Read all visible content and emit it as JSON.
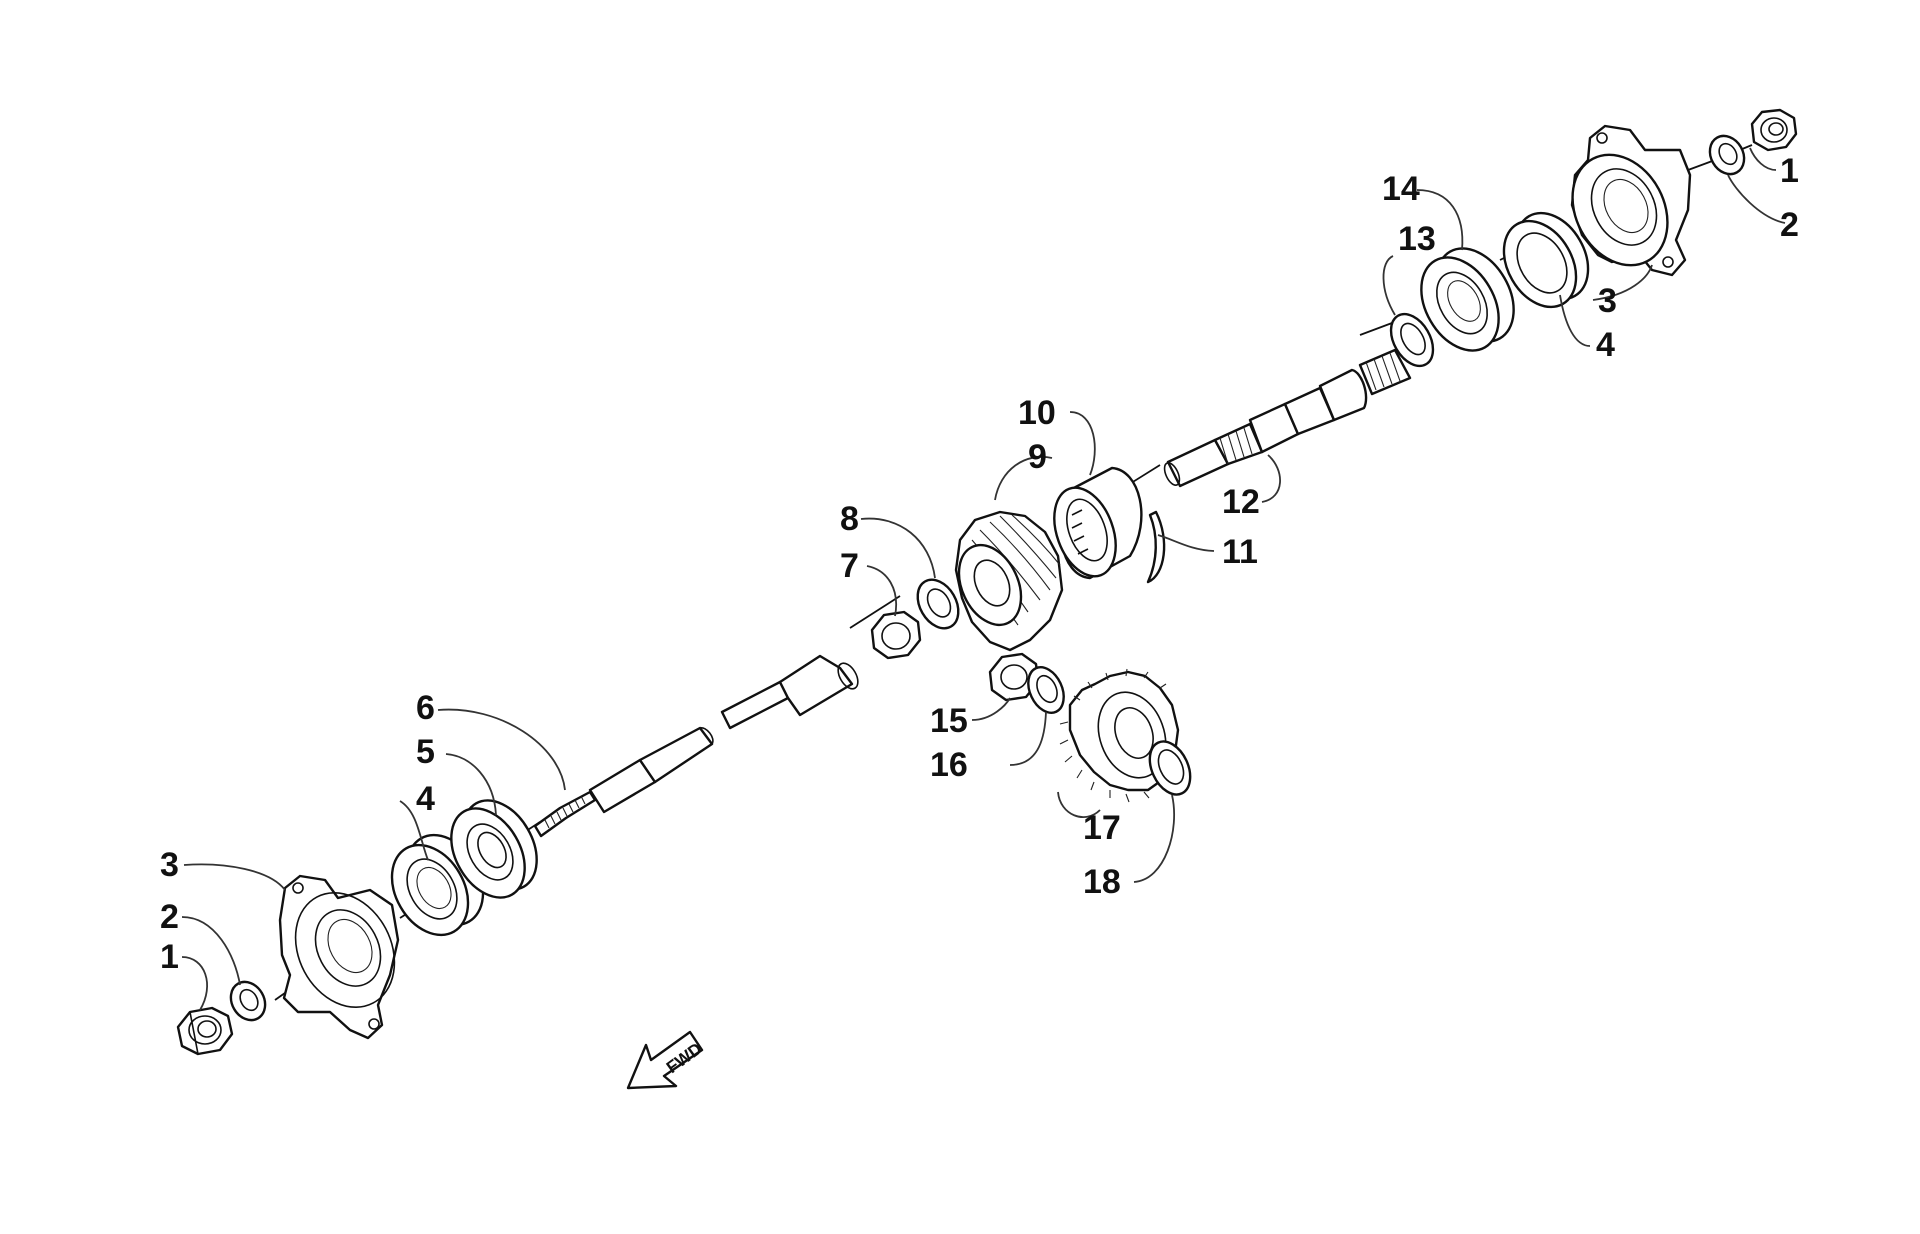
{
  "fwd_label": "FWD",
  "callouts": [
    {
      "id": "l1",
      "text": "1"
    },
    {
      "id": "l2",
      "text": "2"
    },
    {
      "id": "l3",
      "text": "3"
    },
    {
      "id": "l4",
      "text": "4"
    },
    {
      "id": "l5",
      "text": "5"
    },
    {
      "id": "l6",
      "text": "6"
    },
    {
      "id": "l7",
      "text": "7"
    },
    {
      "id": "l8",
      "text": "8"
    },
    {
      "id": "l9",
      "text": "9"
    },
    {
      "id": "l10",
      "text": "10"
    },
    {
      "id": "l11",
      "text": "11"
    },
    {
      "id": "l12",
      "text": "12"
    },
    {
      "id": "l13",
      "text": "13"
    },
    {
      "id": "l14",
      "text": "14"
    },
    {
      "id": "r1",
      "text": "1"
    },
    {
      "id": "r2",
      "text": "2"
    },
    {
      "id": "r3",
      "text": "3"
    },
    {
      "id": "r4",
      "text": "4"
    },
    {
      "id": "l15",
      "text": "15"
    },
    {
      "id": "l16",
      "text": "16"
    },
    {
      "id": "l17",
      "text": "17"
    },
    {
      "id": "l18",
      "text": "18"
    }
  ]
}
